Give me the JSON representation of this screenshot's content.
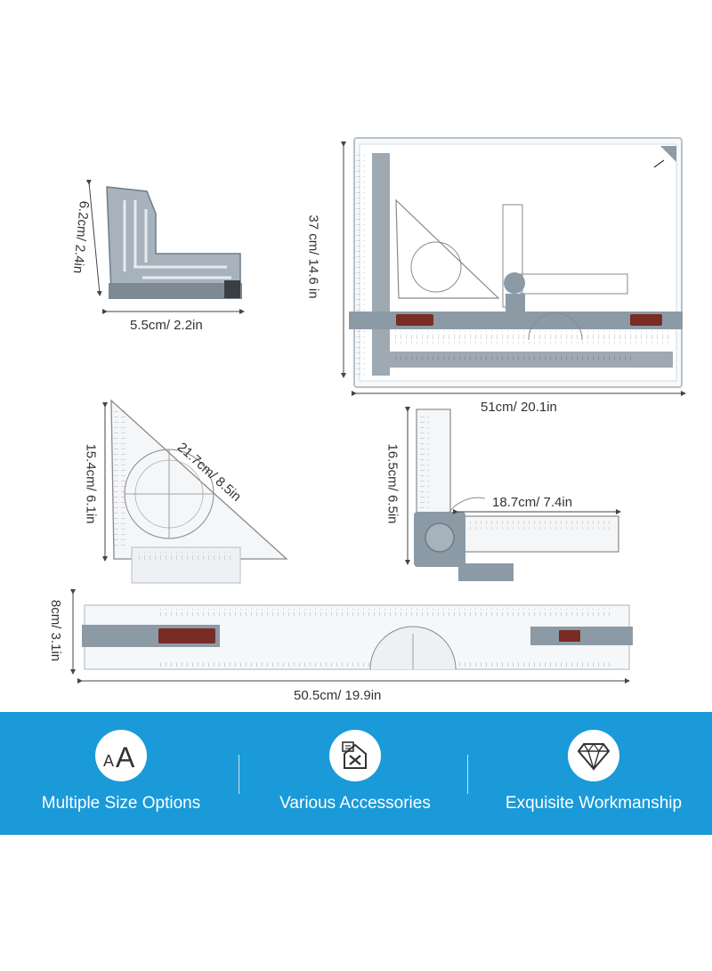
{
  "dimensions": {
    "corner_height": "6.2cm/ 2.4in",
    "corner_width": "5.5cm/ 2.2in",
    "board_height": "37 cm/ 14.6 in",
    "board_width": "51cm/ 20.1in",
    "triangle_height": "15.4cm/ 6.1in",
    "triangle_hypotenuse": "21.7cm/ 8.5in",
    "arm_height": "16.5cm/ 6.5in",
    "arm_width": "18.7cm/ 7.4in",
    "ruler_height": "8cm/ 3.1in",
    "ruler_width": "50.5cm/ 19.9in"
  },
  "features": [
    {
      "label": "Multiple Size Options",
      "icon": "font-size-icon"
    },
    {
      "label": "Various Accessories",
      "icon": "house-tools-icon"
    },
    {
      "label": "Exquisite Workmanship",
      "icon": "diamond-icon"
    }
  ],
  "colors": {
    "banner": "#1a9ad8",
    "accent_gray": "#8c9aa6",
    "brake_brown": "#7a2b25"
  }
}
